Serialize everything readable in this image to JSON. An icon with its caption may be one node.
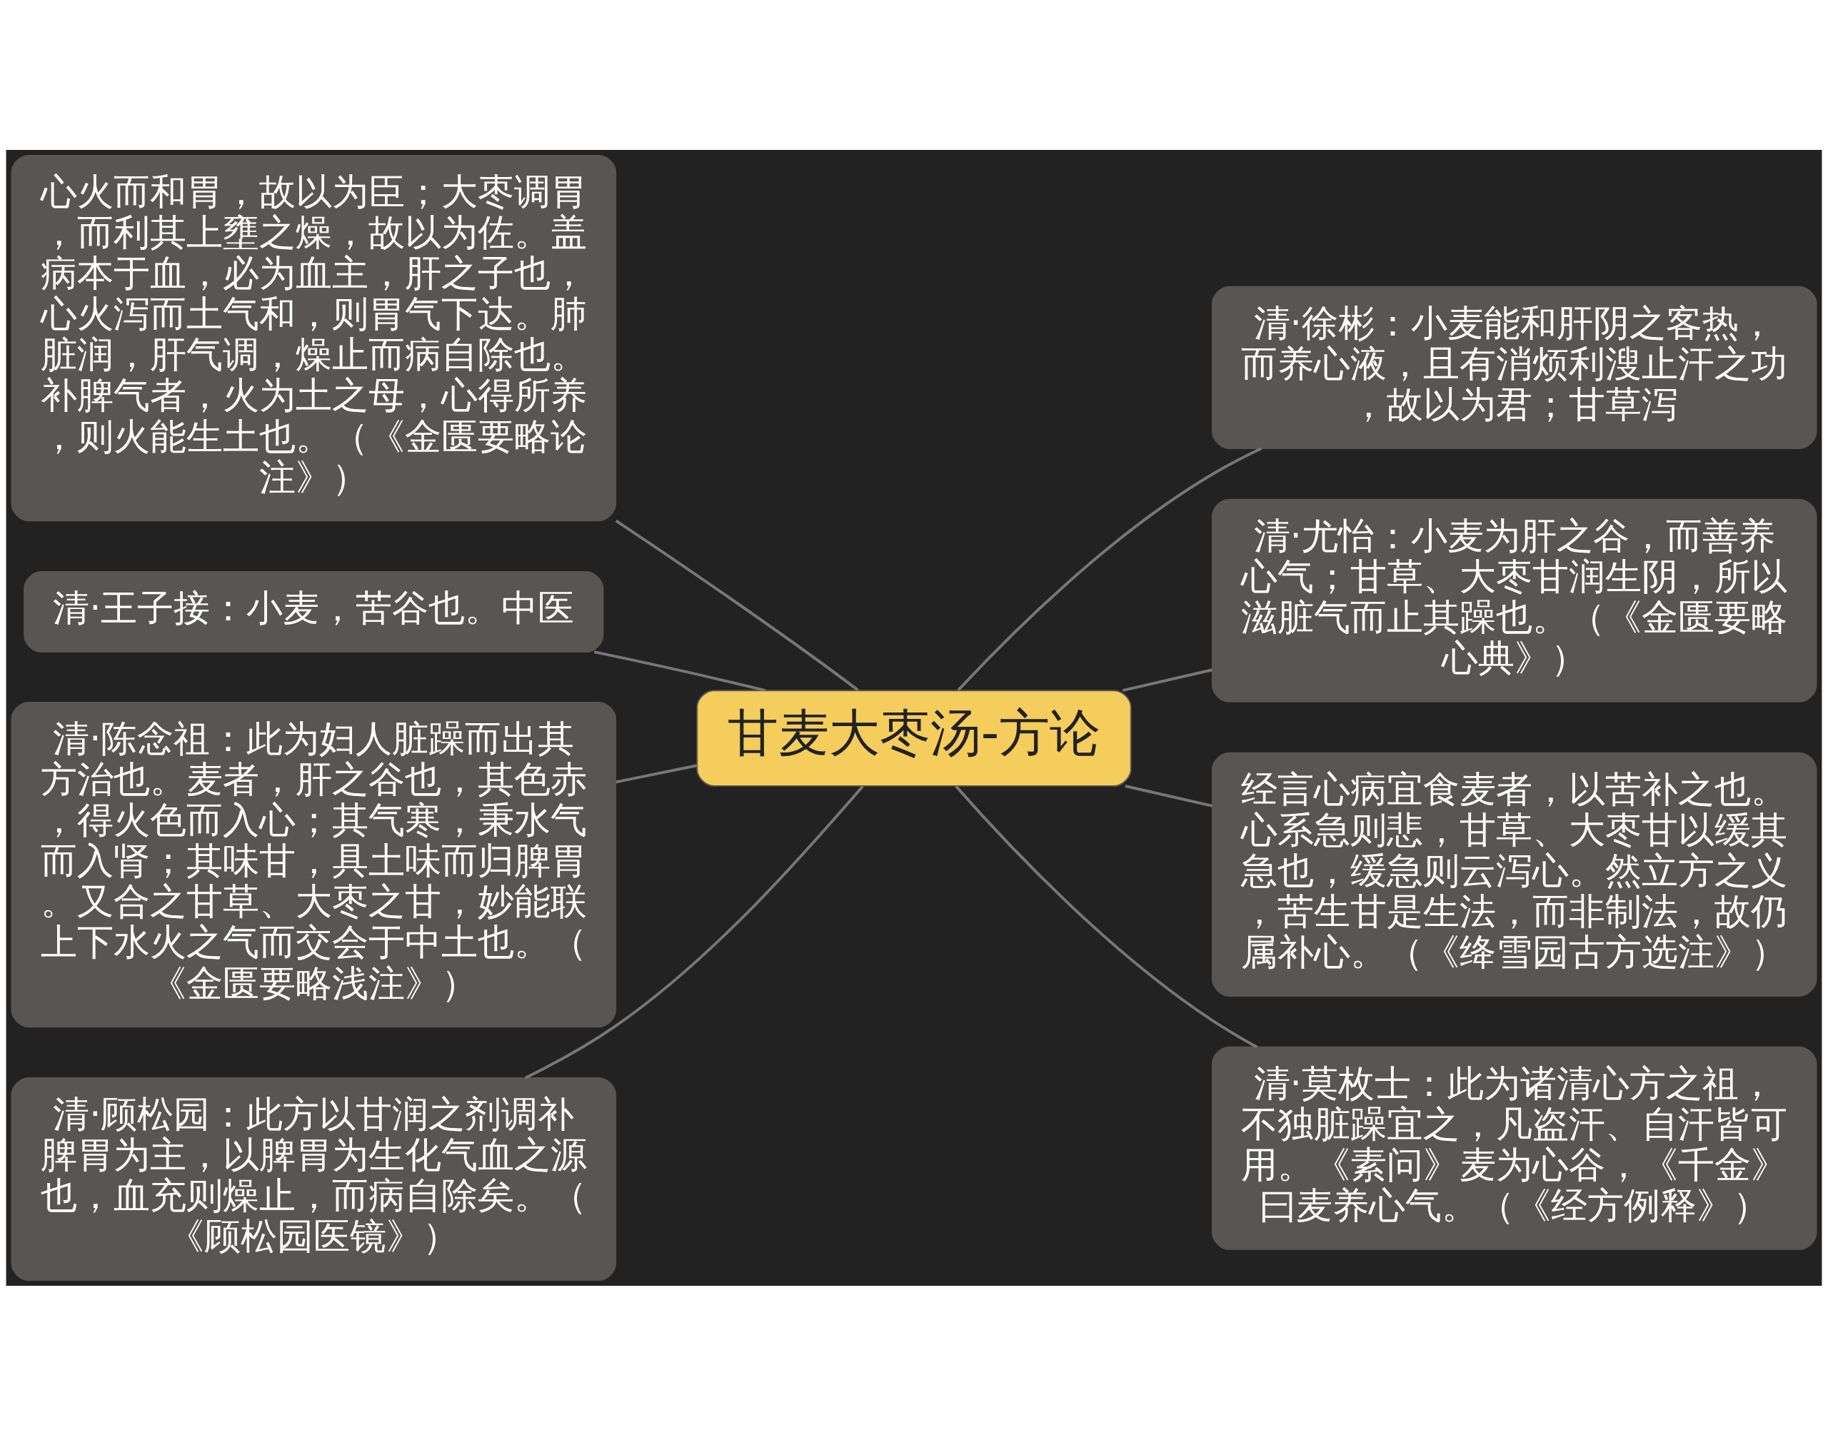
{
  "diagram": {
    "nodes": [
      {
        "text": [
          "甘麦大枣汤-方论"
        ]
      },
      {
        "text": [
          "心火而和胃，故以为臣；大枣调胃，而利其上壅之燥，故以为佐。盖病本于血，必为血主，肝之子也，心火泻而土气和，则胃气下达。肺脏润，肝气调，燥止而病自除也。补脾气者，火为土之母，心得所养，则火能生土也。（《金匮要略论注》）"
        ]
      },
      {
        "text": [
          "清·王子接：小麦，苦谷也。中医"
        ]
      },
      {
        "text": [
          "清·陈念祖：此为妇人脏躁而出其方治也。麦者，肝之谷也，其色赤，得火色而入心；其气寒，秉水气而入肾；其味甘，具土味而归脾胃。又合之甘草、大枣之甘，妙能联上下水火之气而交会于中土也。（《金匮要略浅注》）"
        ]
      },
      {
        "text": [
          "清·顾松园：此方以甘润之剂调补脾胃为主，以脾胃为生化气血之源也，血充则燥止，而病自除矣。（《顾松园医镜》）"
        ]
      },
      {
        "text": [
          "清·徐彬：小麦能和肝阴之客热，而养心液，且有消烦利溲止汗之功，故以为君；甘草泻"
        ]
      },
      {
        "text": [
          "清·尤怡：小麦为肝之谷，而善养心气；甘草、大枣甘润生阴，所以滋脏气而止其躁也。（《金匮要略心典》）"
        ]
      },
      {
        "text": [
          "经言心病宜食麦者，以苦补之也。心系急则悲，甘草、大枣甘以缓其急也，缓急则云泻心。然立方之义，苦生甘是生法，而非制法，故仍属补心。（《绛雪园古方选注》）"
        ]
      },
      {
        "text": [
          "清·莫枚士：此为诸清心方之祖，不独脏躁宜之，凡盗汗、自汗皆可用。《素问》麦为心谷，《千金》曰麦养心气。（《经方例释》）"
        ]
      }
    ],
    "edges": [
      {
        "from": 0,
        "to": 1,
        "arrow": "none"
      },
      {
        "from": 0,
        "to": 2,
        "arrow": "none"
      },
      {
        "from": 0,
        "to": 3,
        "arrow": "none"
      },
      {
        "from": 0,
        "to": 4,
        "arrow": "none"
      },
      {
        "from": 0,
        "to": 5,
        "arrow": "none"
      },
      {
        "from": 0,
        "to": 6,
        "arrow": "none"
      },
      {
        "from": 0,
        "to": 7,
        "arrow": "none"
      },
      {
        "from": 0,
        "to": 8,
        "arrow": "none"
      }
    ]
  }
}
